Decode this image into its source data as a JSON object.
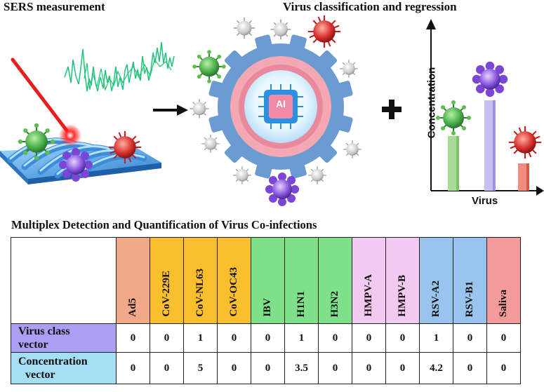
{
  "titles": {
    "left": "SERS measurement",
    "right": "Virus classification and regression",
    "table": "Multiplex Detection and Quantification of Virus Co-infections"
  },
  "center": {
    "ai_label": "AI",
    "arrow": "→",
    "plus": "+"
  },
  "bar_chart": {
    "ylabel": "Concentration",
    "xlabel": "Virus"
  },
  "table": {
    "columns": [
      {
        "label": "Ad5",
        "color": "#f2a98a"
      },
      {
        "label": "CoV-229E",
        "color": "#f9bf2c"
      },
      {
        "label": "CoV-NL63",
        "color": "#f9bf2c"
      },
      {
        "label": "CoV-OC43",
        "color": "#f9bf2c"
      },
      {
        "label": "IBV",
        "color": "#7fe08a"
      },
      {
        "label": "H1N1",
        "color": "#7fe08a"
      },
      {
        "label": "H3N2",
        "color": "#7fe08a"
      },
      {
        "label": "HMPV-A",
        "color": "#f2c9f0"
      },
      {
        "label": "HMPV-B",
        "color": "#f2c9f0"
      },
      {
        "label": "RSV-A2",
        "color": "#99c4ee"
      },
      {
        "label": "RSV-B1",
        "color": "#99c4ee"
      },
      {
        "label": "Saliva",
        "color": "#f59a9a"
      }
    ],
    "rows": [
      {
        "label": "Virus class vector",
        "label_line1": "Virus class",
        "label_line2": "vector",
        "color": "#a9a0f4",
        "values": [
          "0",
          "0",
          "1",
          "0",
          "0",
          "1",
          "0",
          "0",
          "0",
          "1",
          "0",
          "0"
        ]
      },
      {
        "label": "Concentration vector",
        "label_line1": "Concentration",
        "label_line2": "vector",
        "color": "#a5ddf3",
        "values": [
          "0",
          "0",
          "5",
          "0",
          "0",
          "3.5",
          "0",
          "0",
          "0",
          "4.2",
          "0",
          "0"
        ]
      }
    ]
  }
}
